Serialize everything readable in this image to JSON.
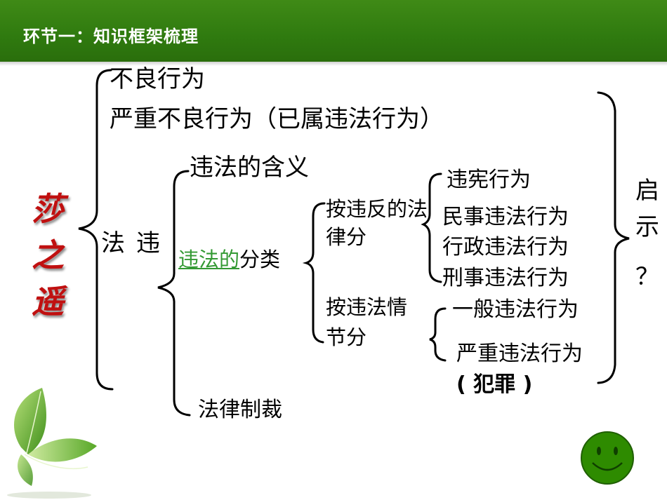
{
  "header": {
    "title": "环节一：知识框架梳理"
  },
  "side_title": "莎之遥",
  "level1": {
    "item_1": "不良行为",
    "item_2": "严重不良行为（已属违法行为）",
    "center_label": "违法"
  },
  "level2": {
    "meaning": "违法的含义",
    "classification_link": "违法的",
    "classification_rest": "分类",
    "sanction": "法律制裁"
  },
  "level3": {
    "by_law_line1": "按违反的法",
    "by_law_line2": "律分",
    "by_severity_line1": "按违法情",
    "by_severity_line2": "节分"
  },
  "level4": {
    "constitutional": "违宪行为",
    "civil": "民事违法行为",
    "administrative": "行政违法行为",
    "criminal": "刑事违法行为",
    "general": "一般违法行为",
    "serious": "严重违法行为",
    "crime": "( 犯罪 )"
  },
  "insight": {
    "label": "启示",
    "mark": "？"
  },
  "colors": {
    "header_green": "#3f8a16",
    "title_red": "#c01010",
    "link_green": "#339933",
    "smiley_green": "#2e8b00"
  },
  "icons": {
    "smiley": "smiley-icon",
    "leaf": "leaf-icon"
  }
}
